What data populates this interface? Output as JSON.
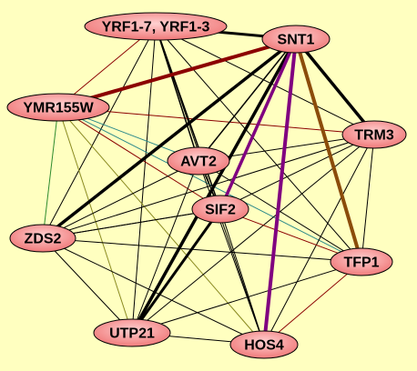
{
  "colors": {
    "background": "#ffffc0",
    "node_fill_center": "#ffd0d0",
    "node_fill_edge": "#f07a7a",
    "edge_black": "#000000",
    "edge_darkred": "#8b0000",
    "edge_purple": "#800080",
    "edge_brown": "#8b4c0a",
    "edge_green": "#2e8b2e",
    "edge_teal": "#2e8b8b",
    "edge_olive": "#8a8a20"
  },
  "nodes": [
    {
      "id": "yrf",
      "label": "YRF1-7, YRF1-3"
    },
    {
      "id": "snt1",
      "label": "SNT1"
    },
    {
      "id": "ymr155w",
      "label": "YMR155W"
    },
    {
      "id": "trm3",
      "label": "TRM3"
    },
    {
      "id": "avt2",
      "label": "AVT2"
    },
    {
      "id": "sif2",
      "label": "SIF2"
    },
    {
      "id": "zds2",
      "label": "ZDS2"
    },
    {
      "id": "tfp1",
      "label": "TFP1"
    },
    {
      "id": "utp21",
      "label": "UTP21"
    },
    {
      "id": "hos4",
      "label": "HOS4"
    }
  ],
  "edges": [
    {
      "source": "ymr155w",
      "target": "snt1",
      "color": "edge_darkred",
      "weight": 4
    },
    {
      "source": "zds2",
      "target": "snt1",
      "color": "edge_black",
      "weight": 3.5
    },
    {
      "source": "utp21",
      "target": "snt1",
      "color": "edge_black",
      "weight": 3.5
    },
    {
      "source": "snt1",
      "target": "trm3",
      "color": "edge_black",
      "weight": 3.5
    },
    {
      "source": "yrf",
      "target": "snt1",
      "color": "edge_black",
      "weight": 3
    },
    {
      "source": "snt1",
      "target": "tfp1",
      "color": "edge_brown",
      "weight": 4
    },
    {
      "source": "snt1",
      "target": "hos4",
      "color": "edge_purple",
      "weight": 4
    },
    {
      "source": "snt1",
      "target": "sif2",
      "color": "edge_purple",
      "weight": 3.5
    },
    {
      "source": "sif2",
      "target": "utp21",
      "color": "edge_black",
      "weight": 3
    },
    {
      "source": "snt1",
      "target": "avt2",
      "color": "edge_black",
      "weight": 1.5
    },
    {
      "source": "yrf",
      "target": "avt2",
      "color": "edge_black",
      "weight": 1.5
    },
    {
      "source": "yrf",
      "target": "sif2",
      "color": "edge_black",
      "weight": 1.5
    },
    {
      "source": "yrf",
      "target": "hos4",
      "color": "edge_black",
      "weight": 1
    },
    {
      "source": "yrf",
      "target": "ymr155w",
      "color": "edge_darkred",
      "weight": 1
    },
    {
      "source": "yrf",
      "target": "trm3",
      "color": "edge_black",
      "weight": 1
    },
    {
      "source": "yrf",
      "target": "zds2",
      "color": "edge_black",
      "weight": 1
    },
    {
      "source": "yrf",
      "target": "tfp1",
      "color": "edge_black",
      "weight": 1
    },
    {
      "source": "yrf",
      "target": "utp21",
      "color": "edge_black",
      "weight": 1
    },
    {
      "source": "ymr155w",
      "target": "trm3",
      "color": "edge_darkred",
      "weight": 1
    },
    {
      "source": "ymr155w",
      "target": "avt2",
      "color": "edge_teal",
      "weight": 1
    },
    {
      "source": "ymr155w",
      "target": "sif2",
      "color": "edge_darkred",
      "weight": 1
    },
    {
      "source": "ymr155w",
      "target": "tfp1",
      "color": "edge_teal",
      "weight": 1
    },
    {
      "source": "ymr155w",
      "target": "zds2",
      "color": "edge_green",
      "weight": 1
    },
    {
      "source": "ymr155w",
      "target": "utp21",
      "color": "edge_olive",
      "weight": 1
    },
    {
      "source": "ymr155w",
      "target": "hos4",
      "color": "edge_olive",
      "weight": 1
    },
    {
      "source": "trm3",
      "target": "avt2",
      "color": "edge_black",
      "weight": 1
    },
    {
      "source": "trm3",
      "target": "sif2",
      "color": "edge_black",
      "weight": 1
    },
    {
      "source": "trm3",
      "target": "zds2",
      "color": "edge_black",
      "weight": 1
    },
    {
      "source": "trm3",
      "target": "tfp1",
      "color": "edge_black",
      "weight": 1
    },
    {
      "source": "trm3",
      "target": "utp21",
      "color": "edge_black",
      "weight": 1
    },
    {
      "source": "trm3",
      "target": "hos4",
      "color": "edge_black",
      "weight": 1
    },
    {
      "source": "avt2",
      "target": "sif2",
      "color": "edge_black",
      "weight": 1
    },
    {
      "source": "avt2",
      "target": "zds2",
      "color": "edge_black",
      "weight": 1
    },
    {
      "source": "avt2",
      "target": "tfp1",
      "color": "edge_black",
      "weight": 1
    },
    {
      "source": "avt2",
      "target": "utp21",
      "color": "edge_black",
      "weight": 1
    },
    {
      "source": "avt2",
      "target": "hos4",
      "color": "edge_black",
      "weight": 1
    },
    {
      "source": "sif2",
      "target": "zds2",
      "color": "edge_black",
      "weight": 1
    },
    {
      "source": "sif2",
      "target": "tfp1",
      "color": "edge_darkred",
      "weight": 1
    },
    {
      "source": "sif2",
      "target": "hos4",
      "color": "edge_black",
      "weight": 1
    },
    {
      "source": "zds2",
      "target": "tfp1",
      "color": "edge_black",
      "weight": 1
    },
    {
      "source": "zds2",
      "target": "utp21",
      "color": "edge_black",
      "weight": 1
    },
    {
      "source": "zds2",
      "target": "hos4",
      "color": "edge_black",
      "weight": 1
    },
    {
      "source": "tfp1",
      "target": "utp21",
      "color": "edge_black",
      "weight": 1
    },
    {
      "source": "tfp1",
      "target": "hos4",
      "color": "edge_darkred",
      "weight": 1
    },
    {
      "source": "utp21",
      "target": "hos4",
      "color": "edge_black",
      "weight": 1
    },
    {
      "source": "utp21",
      "target": "snt1",
      "color": "edge_darkred",
      "weight": 1
    },
    {
      "source": "zds2",
      "target": "sif2",
      "color": "edge_black",
      "weight": 1
    },
    {
      "source": "snt1",
      "target": "zds2",
      "color": "edge_black",
      "weight": 1
    }
  ]
}
